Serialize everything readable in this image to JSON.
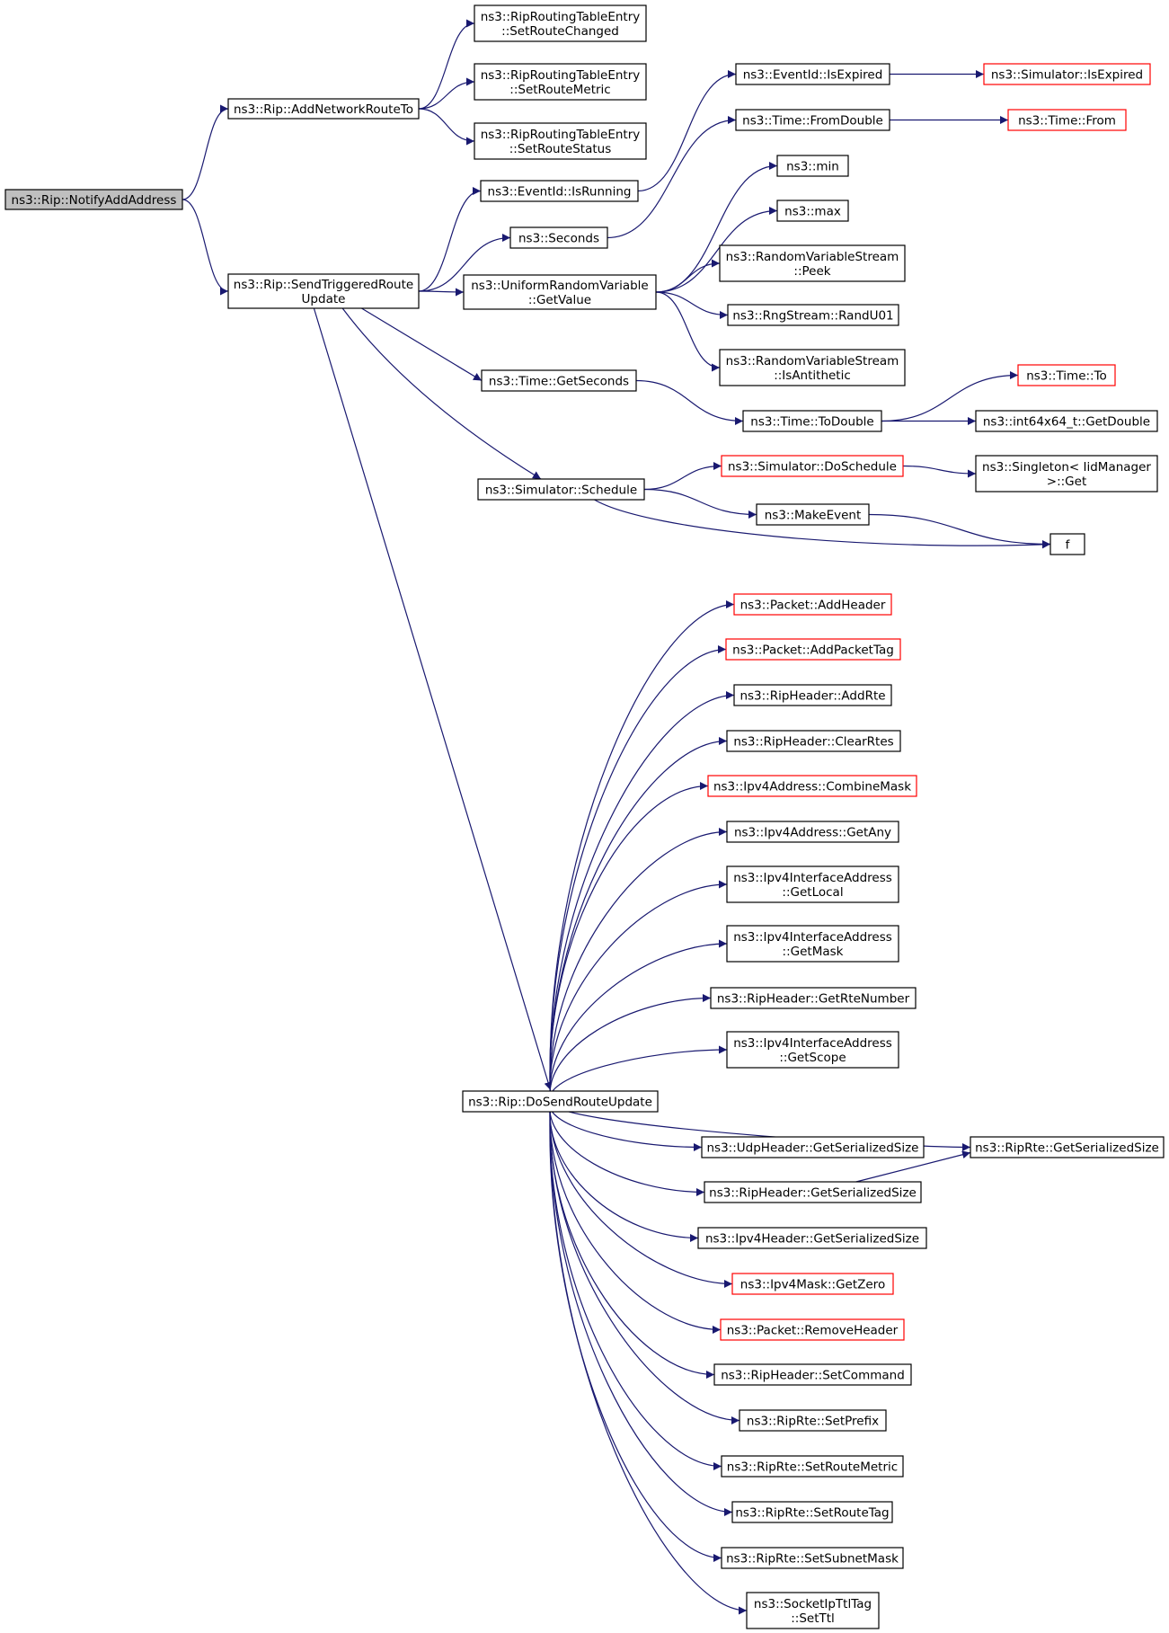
{
  "colors": {
    "edge": "#191970",
    "box_border": "#000000",
    "truncated_border": "#ff0000",
    "root_fill": "#bfbfbf",
    "fill": "#ffffff"
  },
  "nodes": [
    {
      "id": "root",
      "lines": [
        "ns3::Rip::NotifyAddAddress"
      ],
      "style": "root"
    },
    {
      "id": "addNetRoute",
      "lines": [
        "ns3::Rip::AddNetworkRouteTo"
      ],
      "style": "normal"
    },
    {
      "id": "setRouteChanged",
      "lines": [
        "ns3::RipRoutingTableEntry",
        "::SetRouteChanged"
      ],
      "style": "normal"
    },
    {
      "id": "setRouteMetricE",
      "lines": [
        "ns3::RipRoutingTableEntry",
        "::SetRouteMetric"
      ],
      "style": "normal"
    },
    {
      "id": "setRouteStatus",
      "lines": [
        "ns3::RipRoutingTableEntry",
        "::SetRouteStatus"
      ],
      "style": "normal"
    },
    {
      "id": "sendTrig",
      "lines": [
        "ns3::Rip::SendTriggeredRoute",
        "Update"
      ],
      "style": "normal"
    },
    {
      "id": "isRunning",
      "lines": [
        "ns3::EventId::IsRunning"
      ],
      "style": "normal"
    },
    {
      "id": "seconds",
      "lines": [
        "ns3::Seconds"
      ],
      "style": "normal"
    },
    {
      "id": "getValue",
      "lines": [
        "ns3::UniformRandomVariable",
        "::GetValue"
      ],
      "style": "normal"
    },
    {
      "id": "getSeconds",
      "lines": [
        "ns3::Time::GetSeconds"
      ],
      "style": "normal"
    },
    {
      "id": "schedule",
      "lines": [
        "ns3::Simulator::Schedule"
      ],
      "style": "normal"
    },
    {
      "id": "isExpired",
      "lines": [
        "ns3::EventId::IsExpired"
      ],
      "style": "normal"
    },
    {
      "id": "simIsExpired",
      "lines": [
        "ns3::Simulator::IsExpired"
      ],
      "style": "truncated"
    },
    {
      "id": "fromDouble",
      "lines": [
        "ns3::Time::FromDouble"
      ],
      "style": "normal"
    },
    {
      "id": "timeFrom",
      "lines": [
        "ns3::Time::From"
      ],
      "style": "truncated"
    },
    {
      "id": "min",
      "lines": [
        "ns3::min"
      ],
      "style": "normal"
    },
    {
      "id": "max",
      "lines": [
        "ns3::max"
      ],
      "style": "normal"
    },
    {
      "id": "peek",
      "lines": [
        "ns3::RandomVariableStream",
        "::Peek"
      ],
      "style": "normal"
    },
    {
      "id": "randU01",
      "lines": [
        "ns3::RngStream::RandU01"
      ],
      "style": "normal"
    },
    {
      "id": "isAntithetic",
      "lines": [
        "ns3::RandomVariableStream",
        "::IsAntithetic"
      ],
      "style": "normal"
    },
    {
      "id": "timeTo",
      "lines": [
        "ns3::Time::To"
      ],
      "style": "truncated"
    },
    {
      "id": "toDouble",
      "lines": [
        "ns3::Time::ToDouble"
      ],
      "style": "normal"
    },
    {
      "id": "getDouble",
      "lines": [
        "ns3::int64x64_t::GetDouble"
      ],
      "style": "normal"
    },
    {
      "id": "doSchedule",
      "lines": [
        "ns3::Simulator::DoSchedule"
      ],
      "style": "truncated"
    },
    {
      "id": "singletonGet",
      "lines": [
        "ns3::Singleton< IidManager",
        ">::Get"
      ],
      "style": "normal"
    },
    {
      "id": "makeEvent",
      "lines": [
        "ns3::MakeEvent"
      ],
      "style": "normal"
    },
    {
      "id": "f",
      "lines": [
        "f"
      ],
      "style": "normal"
    },
    {
      "id": "doSend",
      "lines": [
        "ns3::Rip::DoSendRouteUpdate"
      ],
      "style": "normal"
    },
    {
      "id": "addHeader",
      "lines": [
        "ns3::Packet::AddHeader"
      ],
      "style": "truncated"
    },
    {
      "id": "addPacketTag",
      "lines": [
        "ns3::Packet::AddPacketTag"
      ],
      "style": "truncated"
    },
    {
      "id": "addRte",
      "lines": [
        "ns3::RipHeader::AddRte"
      ],
      "style": "normal"
    },
    {
      "id": "clearRtes",
      "lines": [
        "ns3::RipHeader::ClearRtes"
      ],
      "style": "normal"
    },
    {
      "id": "combineMask",
      "lines": [
        "ns3::Ipv4Address::CombineMask"
      ],
      "style": "truncated"
    },
    {
      "id": "getAny",
      "lines": [
        "ns3::Ipv4Address::GetAny"
      ],
      "style": "normal"
    },
    {
      "id": "getLocal",
      "lines": [
        "ns3::Ipv4InterfaceAddress",
        "::GetLocal"
      ],
      "style": "normal"
    },
    {
      "id": "getMask",
      "lines": [
        "ns3::Ipv4InterfaceAddress",
        "::GetMask"
      ],
      "style": "normal"
    },
    {
      "id": "getRteNumber",
      "lines": [
        "ns3::RipHeader::GetRteNumber"
      ],
      "style": "normal"
    },
    {
      "id": "getScope",
      "lines": [
        "ns3::Ipv4InterfaceAddress",
        "::GetScope"
      ],
      "style": "normal"
    },
    {
      "id": "udpSize",
      "lines": [
        "ns3::UdpHeader::GetSerializedSize"
      ],
      "style": "normal"
    },
    {
      "id": "ripHeaderSize",
      "lines": [
        "ns3::RipHeader::GetSerializedSize"
      ],
      "style": "normal"
    },
    {
      "id": "ipv4HeaderSize",
      "lines": [
        "ns3::Ipv4Header::GetSerializedSize"
      ],
      "style": "normal"
    },
    {
      "id": "ripRteSize",
      "lines": [
        "ns3::RipRte::GetSerializedSize"
      ],
      "style": "normal"
    },
    {
      "id": "getZero",
      "lines": [
        "ns3::Ipv4Mask::GetZero"
      ],
      "style": "truncated"
    },
    {
      "id": "removeHeader",
      "lines": [
        "ns3::Packet::RemoveHeader"
      ],
      "style": "truncated"
    },
    {
      "id": "setCommand",
      "lines": [
        "ns3::RipHeader::SetCommand"
      ],
      "style": "normal"
    },
    {
      "id": "setPrefix",
      "lines": [
        "ns3::RipRte::SetPrefix"
      ],
      "style": "normal"
    },
    {
      "id": "rteSetRouteMetric",
      "lines": [
        "ns3::RipRte::SetRouteMetric"
      ],
      "style": "normal"
    },
    {
      "id": "setRouteTag",
      "lines": [
        "ns3::RipRte::SetRouteTag"
      ],
      "style": "normal"
    },
    {
      "id": "setSubnetMask",
      "lines": [
        "ns3::RipRte::SetSubnetMask"
      ],
      "style": "normal"
    },
    {
      "id": "setTtl",
      "lines": [
        "ns3::SocketIpTtlTag",
        "::SetTtl"
      ],
      "style": "normal"
    }
  ],
  "edges": [
    [
      "root",
      "addNetRoute"
    ],
    [
      "root",
      "sendTrig"
    ],
    [
      "addNetRoute",
      "setRouteChanged"
    ],
    [
      "addNetRoute",
      "setRouteMetricE"
    ],
    [
      "addNetRoute",
      "setRouteStatus"
    ],
    [
      "sendTrig",
      "isRunning"
    ],
    [
      "sendTrig",
      "seconds"
    ],
    [
      "sendTrig",
      "getValue"
    ],
    [
      "sendTrig",
      "getSeconds"
    ],
    [
      "sendTrig",
      "schedule"
    ],
    [
      "sendTrig",
      "doSend"
    ],
    [
      "isRunning",
      "isExpired"
    ],
    [
      "isExpired",
      "simIsExpired"
    ],
    [
      "seconds",
      "fromDouble"
    ],
    [
      "fromDouble",
      "timeFrom"
    ],
    [
      "getValue",
      "min"
    ],
    [
      "getValue",
      "max"
    ],
    [
      "getValue",
      "peek"
    ],
    [
      "getValue",
      "randU01"
    ],
    [
      "getValue",
      "isAntithetic"
    ],
    [
      "getSeconds",
      "toDouble"
    ],
    [
      "toDouble",
      "timeTo"
    ],
    [
      "toDouble",
      "getDouble"
    ],
    [
      "schedule",
      "doSchedule"
    ],
    [
      "schedule",
      "makeEvent"
    ],
    [
      "schedule",
      "f"
    ],
    [
      "doSchedule",
      "singletonGet"
    ],
    [
      "makeEvent",
      "f"
    ],
    [
      "doSend",
      "addHeader"
    ],
    [
      "doSend",
      "addPacketTag"
    ],
    [
      "doSend",
      "addRte"
    ],
    [
      "doSend",
      "clearRtes"
    ],
    [
      "doSend",
      "combineMask"
    ],
    [
      "doSend",
      "getAny"
    ],
    [
      "doSend",
      "getLocal"
    ],
    [
      "doSend",
      "getMask"
    ],
    [
      "doSend",
      "getRteNumber"
    ],
    [
      "doSend",
      "getScope"
    ],
    [
      "doSend",
      "udpSize"
    ],
    [
      "doSend",
      "ripHeaderSize"
    ],
    [
      "doSend",
      "ipv4HeaderSize"
    ],
    [
      "doSend",
      "ripRteSize"
    ],
    [
      "doSend",
      "getZero"
    ],
    [
      "doSend",
      "removeHeader"
    ],
    [
      "doSend",
      "setCommand"
    ],
    [
      "doSend",
      "setPrefix"
    ],
    [
      "doSend",
      "rteSetRouteMetric"
    ],
    [
      "doSend",
      "setRouteTag"
    ],
    [
      "doSend",
      "setSubnetMask"
    ],
    [
      "doSend",
      "setTtl"
    ],
    [
      "ripHeaderSize",
      "ripRteSize"
    ]
  ]
}
